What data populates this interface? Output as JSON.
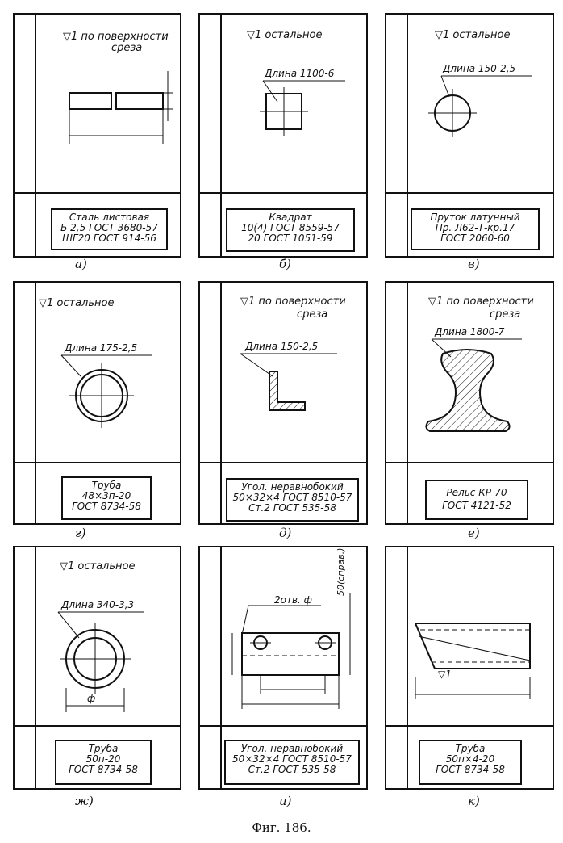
{
  "figure_caption": "Фиг. 186.",
  "panels": [
    {
      "caption": "а)",
      "title_lines": [
        "▽1 по поверхности",
        "среза"
      ],
      "dimension": "",
      "label_lines": [
        "Сталь листовая",
        "Б 2,5 ГОСТ 3680-57",
        "ШГ20 ГОСТ 914-56"
      ]
    },
    {
      "caption": "б)",
      "title_lines": [
        "▽1 остальное"
      ],
      "dimension": "Длина 1100-6",
      "label_lines": [
        "Квадрат",
        "10(4) ГОСТ 8559-57",
        "20 ГОСТ 1051-59"
      ]
    },
    {
      "caption": "в)",
      "title_lines": [
        "▽1 остальное"
      ],
      "dimension": "Длина 150-2,5",
      "label_lines": [
        "Пруток латунный",
        "Пр. Л62-Т-кр.17",
        "ГОСТ 2060-60"
      ]
    },
    {
      "caption": "г)",
      "title_lines": [
        "▽1 остальное"
      ],
      "dimension": "Длина 175-2,5",
      "label_lines": [
        "Труба",
        "48×3п-20",
        "ГОСТ 8734-58"
      ]
    },
    {
      "caption": "д)",
      "title_lines": [
        "▽1 по поверхности",
        "среза"
      ],
      "dimension": "Длина 150-2,5",
      "label_lines": [
        "Угол. неравнобокий",
        "50×32×4 ГОСТ 8510-57",
        "Ст.2 ГОСТ 535-58"
      ]
    },
    {
      "caption": "е)",
      "title_lines": [
        "▽1 по поверхности",
        "среза"
      ],
      "dimension": "Длина 1800-7",
      "label_lines": [
        "Рельс КР-70",
        "ГОСТ 4121-52"
      ]
    },
    {
      "caption": "ж)",
      "title_lines": [
        "▽1 остальное"
      ],
      "dimension": "Длина 340-3,3",
      "label_lines": [
        "Труба",
        "50п-20",
        "ГОСТ 8734-58"
      ],
      "extra": "ф"
    },
    {
      "caption": "и)",
      "title_lines": [],
      "dimension": "2отв. ф",
      "label_lines": [
        "Угол. неравнобокий",
        "50×32×4 ГОСТ 8510-57",
        "Ст.2 ГОСТ 535-58"
      ],
      "extra": "50(справ.)"
    },
    {
      "caption": "к)",
      "title_lines": [],
      "dimension": "",
      "label_lines": [
        "Труба",
        "50п×4-20",
        "ГОСТ 8734-58"
      ],
      "extra": "▽1"
    }
  ]
}
